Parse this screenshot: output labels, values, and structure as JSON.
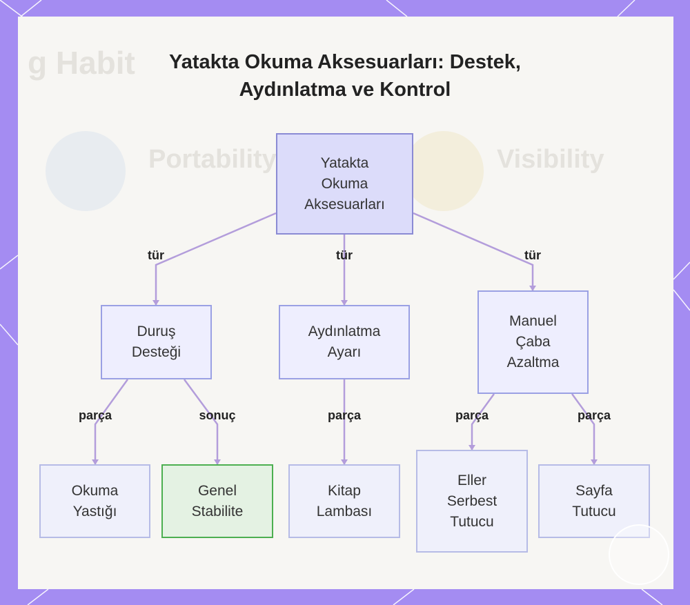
{
  "title": {
    "line1": "Yatakta Okuma Aksesuarları: Destek,",
    "line2": "Aydınlatma ve Kontrol"
  },
  "background_text": {
    "habit": "g Habit",
    "portability": "Portability",
    "visibility": "Visibility"
  },
  "nodes": {
    "root": "Yatakta\nOkuma\nAksesuarları",
    "posture": "Duruş\nDesteği",
    "lighting": "Aydınlatma\nAyarı",
    "manual": "Manuel\nÇaba\nAzaltma",
    "pillow": "Okuma\nYastığı",
    "stability": "Genel\nStabilite",
    "lamp": "Kitap\nLambası",
    "handsfree": "Eller\nSerbest\nTutucu",
    "page_holder": "Sayfa\nTutucu"
  },
  "edge_labels": {
    "root_posture": "tür",
    "root_lighting": "tür",
    "root_manual": "tür",
    "posture_pillow": "parça",
    "posture_stability": "sonuç",
    "lighting_lamp": "parça",
    "manual_handsfree": "parça",
    "manual_page_holder": "parça"
  },
  "colors": {
    "frame": "#a48cf2",
    "edge": "#b39ddb",
    "root_fill": "#dcdcfa",
    "result_border": "#4caf50"
  }
}
